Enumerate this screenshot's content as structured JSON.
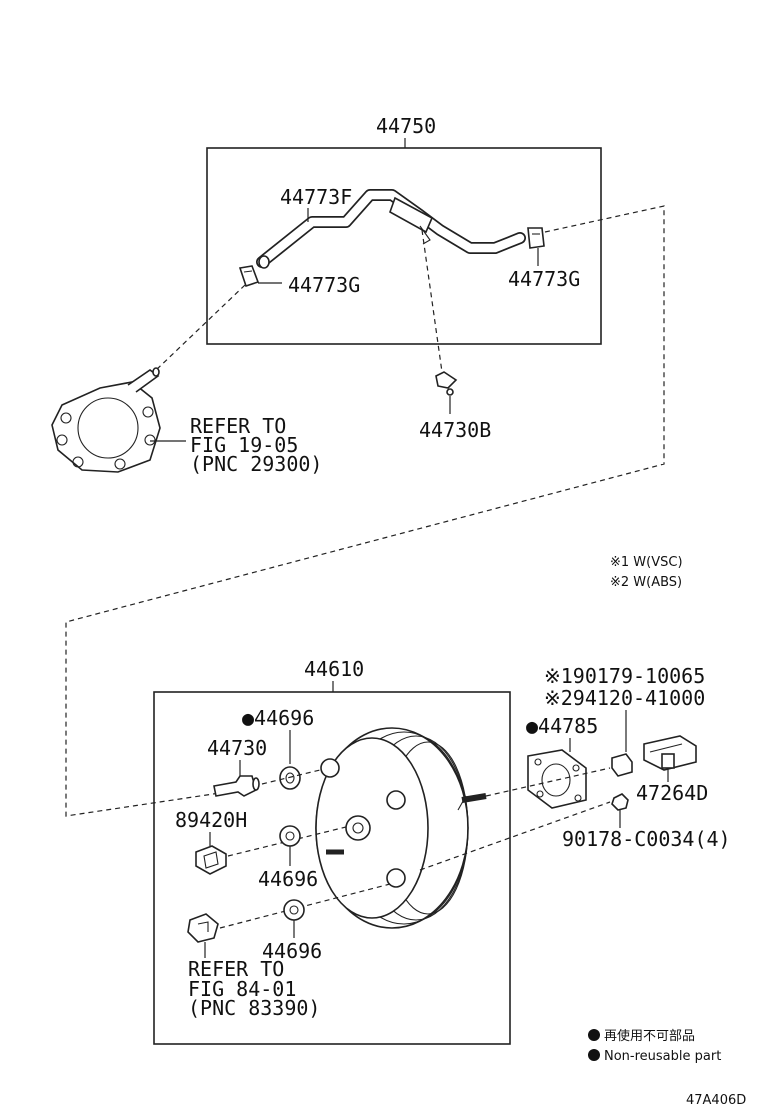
{
  "diagram": {
    "hose_assembly_part": "44750",
    "hose_part": "44773F",
    "clip_left_part": "44773G",
    "clip_right_part": "44773G",
    "check_valve_part": "44730B",
    "pump_reference": [
      "REFER TO",
      "FIG 19-05",
      "(PNC 29300)"
    ],
    "notes": [
      "※1 W(VSC)",
      "※2 W(ABS)"
    ],
    "booster_assembly_part": "44610",
    "grommet_top_part": "●44696",
    "check_valve_union_part": "44730",
    "sensor_part": "89420H",
    "grommet_mid_part": "44696",
    "grommet_bottom_part": "44696",
    "sensor_reference": [
      "REFER TO",
      "FIG 84-01",
      "(PNC 83390)"
    ],
    "spacer_parts": [
      "※190179-10065",
      "※294120-41000"
    ],
    "gasket_part": "●44785",
    "bracket_part": "47264D",
    "nut_part": "90178-C0034(4)",
    "legend": [
      {
        "symbol": "●",
        "text": "再使用不可部品"
      },
      {
        "symbol": "●",
        "text": "Non-reusable part"
      }
    ],
    "figure_code": "47A406D"
  }
}
